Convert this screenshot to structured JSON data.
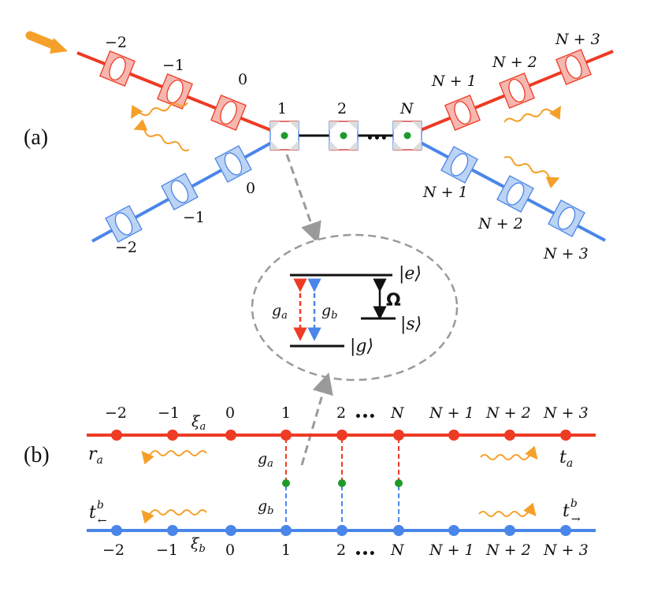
{
  "panel_labels": {
    "a": "(a)",
    "b": "(b)"
  },
  "colors": {
    "red": "#ee3b24",
    "blue": "#4a86e8",
    "orange": "#f5a02a",
    "green": "#1e9a2a",
    "gray": "#9a9a9a",
    "cavity_red_fill": "#f6b7b0",
    "cavity_blue_fill": "#bcd3f4"
  },
  "top_diagram": {
    "red_upper_left_labels": [
      "−2",
      "−1",
      "0"
    ],
    "red_upper_right_labels": [
      "N + 1",
      "N + 2",
      "N + 3"
    ],
    "blue_lower_left_labels": [
      "−2",
      "−1",
      "0"
    ],
    "blue_lower_right_labels": [
      "N + 1",
      "N + 2",
      "N + 3"
    ],
    "atom_labels": [
      "1",
      "2",
      "N"
    ],
    "ellipsis": "•••"
  },
  "level_scheme": {
    "excited": "|e⟩",
    "metastable": "|s⟩",
    "ground": "|g⟩",
    "coupling_a": "g_a",
    "coupling_b": "g_b",
    "control": "Ω"
  },
  "bottom_diagram": {
    "top_labels": [
      "−2",
      "−1",
      "0",
      "1",
      "2",
      "N",
      "N + 1",
      "N + 2",
      "N + 3"
    ],
    "bottom_labels": [
      "−2",
      "−1",
      "0",
      "1",
      "2",
      "N",
      "N + 1",
      "N + 2",
      "N + 3"
    ],
    "xi_a": "ξ_a",
    "xi_b": "ξ_b",
    "r_a": "r_a",
    "t_a": "t_a",
    "t_b_left": "t^b_←",
    "t_b_right": "t^b_→",
    "g_a": "g_a",
    "g_b": "g_b",
    "ellipsis": "•••"
  }
}
